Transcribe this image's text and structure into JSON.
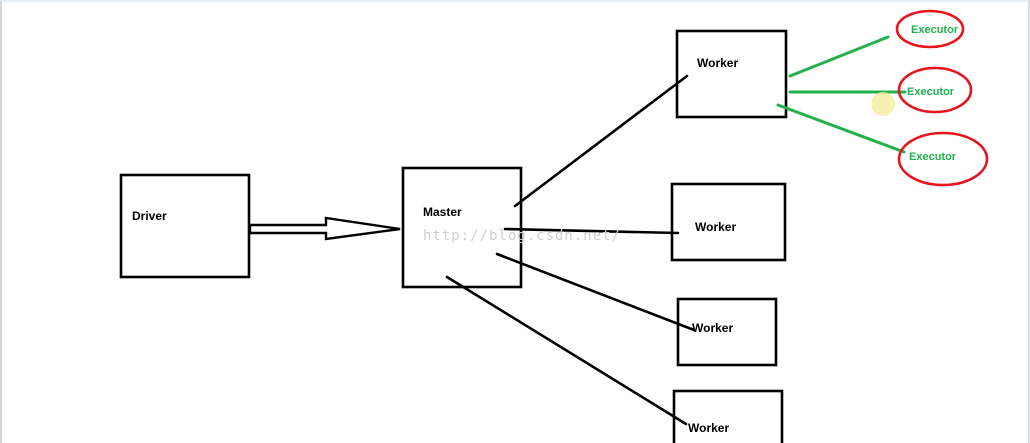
{
  "diagram": {
    "driver": {
      "label": "Driver"
    },
    "master": {
      "label": "Master"
    },
    "workers": [
      {
        "label": "Worker"
      },
      {
        "label": "Worker"
      },
      {
        "label": "Worker"
      },
      {
        "label": "Worker"
      }
    ],
    "executors": [
      {
        "label": "Executor"
      },
      {
        "label": "Executor"
      },
      {
        "label": "Executor"
      }
    ],
    "watermark": "http://blog.csdn.net/",
    "colors": {
      "box_stroke": "#000000",
      "executor_text": "#22b14c",
      "executor_line": "#22b14c",
      "executor_ring": "#e8141d",
      "cursor_highlight": "#f4ee9a"
    }
  }
}
